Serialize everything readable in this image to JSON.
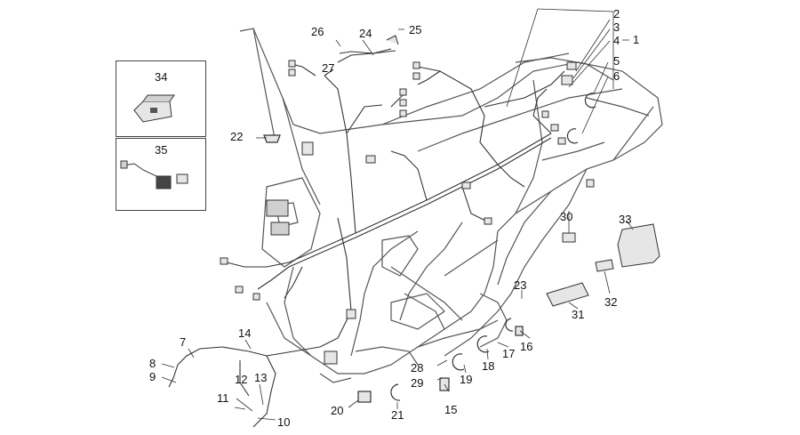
{
  "labels": {
    "l1": "1",
    "l2": "2",
    "l3": "3",
    "l4": "4",
    "l5": "5",
    "l6": "6",
    "l7": "7",
    "l8": "8",
    "l9": "9",
    "l10": "10",
    "l11": "11",
    "l12": "12",
    "l13": "13",
    "l14": "14",
    "l15": "15",
    "l16": "16",
    "l17": "17",
    "l18": "18",
    "l19": "19",
    "l20": "20",
    "l21": "21",
    "l22": "22",
    "l23": "23",
    "l24": "24",
    "l25": "25",
    "l26": "26",
    "l27": "27",
    "l28": "28",
    "l29": "29",
    "l30": "30",
    "l31": "31",
    "l32": "32",
    "l33": "33",
    "l34": "34",
    "l35": "35"
  },
  "colors": {
    "line": "#333333",
    "frame": "#555555",
    "fill": "#e6e6e6",
    "dark": "#444444"
  }
}
